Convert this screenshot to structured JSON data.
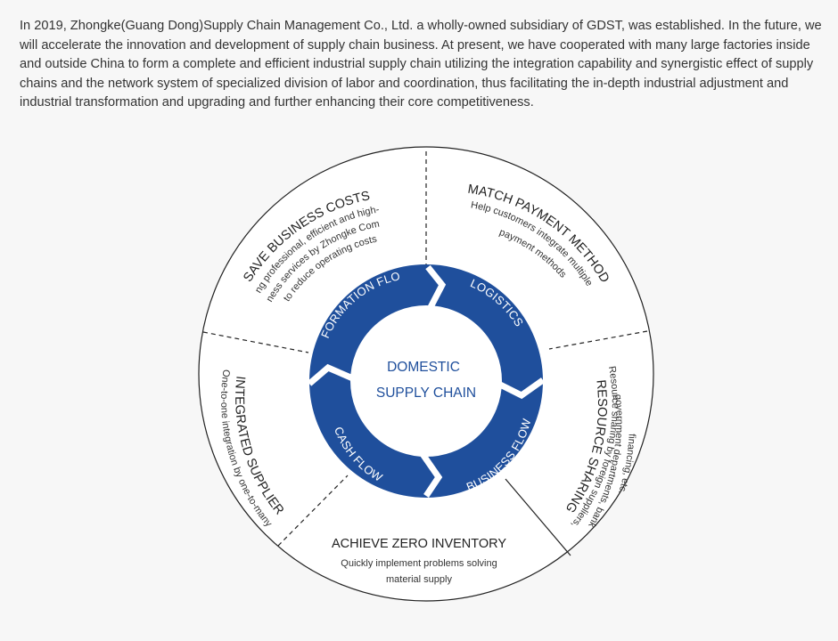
{
  "intro": "In 2019, Zhongke(Guang Dong)Supply Chain Management Co., Ltd. a wholly-owned subsidiary of GDST, was established. In the future, we will accelerate the innovation and development of supply chain business. At present, we have cooperated with many large factories inside and outside China to form a complete and efficient industrial supply chain utilizing the integration capability and synergistic effect of supply chains and the network system of specialized division of labor and coordination, thus facilitating the in-depth industrial adjustment and industrial transformation and upgrading and further enhancing their core competitiveness.",
  "center": {
    "line1": "DOMESTIC",
    "line2": "SUPPLY CHAIN"
  },
  "ring": {
    "information_flow": "INFORMATION FLOW",
    "logistics": "LOGISTICS",
    "business_flow": "BUSINESS FLOW",
    "cash_flow": "CASH FLOW"
  },
  "segments": {
    "save_costs": {
      "title": "SAVE BUSINESS COSTS",
      "desc1": "Providing professional, efficient and high-quality",
      "desc2": "business services by Zhongke Company",
      "desc3": "to reduce operating costs"
    },
    "match_payment": {
      "title": "MATCH PAYMENT METHOD",
      "desc1": "Help customers integrate multiple",
      "desc2": "payment methods"
    },
    "resource_sharing": {
      "title": "RESOURCE SHARING",
      "desc1": "Resource sharing by foreign suppliers,",
      "desc2": "government departments, bank",
      "desc3": "financing, etc."
    },
    "zero_inventory": {
      "title": "ACHIEVE ZERO INVENTORY",
      "desc1": "Quickly implement problems solving",
      "desc2": "material supply"
    },
    "integrated_supplier": {
      "title": "INTEGRATED SUPPLIER",
      "desc1": "One-to-one integration by one-to-many"
    }
  },
  "colors": {
    "ring_blue": "#1f4f9c",
    "center_text": "#1f4f9c",
    "background": "#f7f7f7"
  }
}
